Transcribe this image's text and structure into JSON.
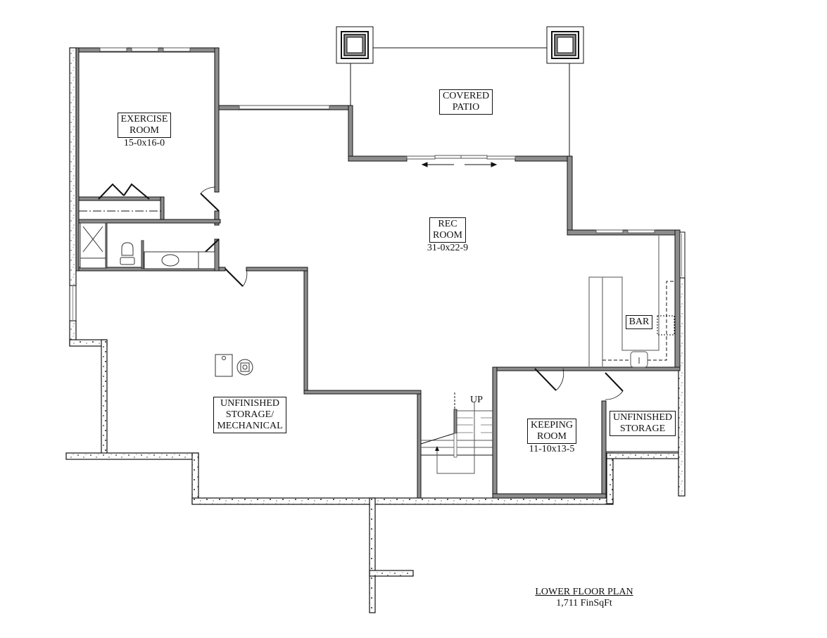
{
  "plan": {
    "title": "LOWER FLOOR PLAN",
    "area": "1,711 FinSqFt"
  },
  "rooms": {
    "exercise": {
      "name_line1": "EXERCISE",
      "name_line2": "ROOM",
      "dims": "15-0x16-0"
    },
    "patio": {
      "name_line1": "COVERED",
      "name_line2": "PATIO"
    },
    "rec": {
      "name_line1": "REC",
      "name_line2": "ROOM",
      "dims": "31-0x22-9"
    },
    "bar": {
      "name": "BAR"
    },
    "storage_mech": {
      "name_line1": "UNFINISHED",
      "name_line2": "STORAGE/",
      "name_line3": "MECHANICAL"
    },
    "keeping": {
      "name_line1": "KEEPING",
      "name_line2": "ROOM",
      "dims": "11-10x13-5"
    },
    "storage": {
      "name_line1": "UNFINISHED",
      "name_line2": "STORAGE"
    }
  },
  "stairs": {
    "label": "UP"
  },
  "colors": {
    "wall_fill": "#8c8c8c",
    "wall_edge": "#111111",
    "foundation_fill": "#ffffff",
    "background": "#ffffff"
  }
}
